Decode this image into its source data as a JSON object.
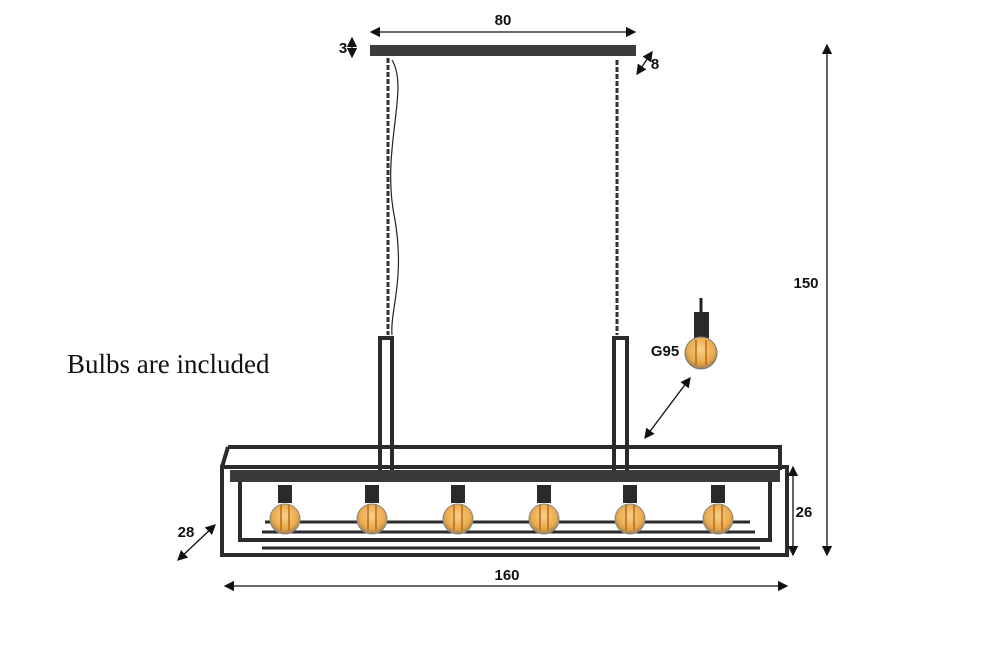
{
  "dimensions": {
    "canopy_width": "80",
    "canopy_height": "3",
    "canopy_depth": "8",
    "total_height": "150",
    "cage_height": "26",
    "cage_depth": "28",
    "cage_width": "160"
  },
  "bulb_type": "G95",
  "note": "Bulbs are included",
  "colors": {
    "metal": "#2b2b2b",
    "bulb": "#e9a94a",
    "filament": "#c0661a"
  }
}
